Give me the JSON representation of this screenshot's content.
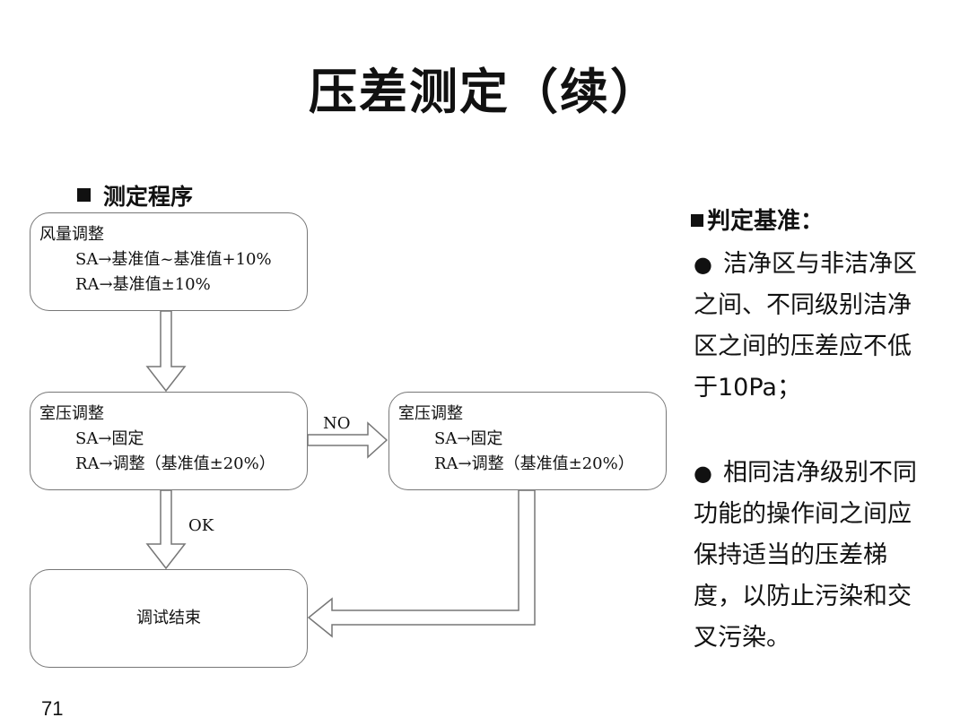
{
  "title": "压差测定（续）",
  "procedure": {
    "heading": "测定程序",
    "box1": {
      "title": "风量调整",
      "line1": "SA→基准值~基准值+10%",
      "line2": "RA→基准值±10%"
    },
    "box2": {
      "title": "室压调整",
      "line1": "SA→固定",
      "line2": "RA→调整（基准值±20%）"
    },
    "box3": {
      "title": "室压调整",
      "line1": "SA→固定",
      "line2": "RA→调整（基准值±20%）"
    },
    "box4": {
      "title": "调试结束"
    },
    "label_no": "NO",
    "label_ok": "OK"
  },
  "criteria": {
    "heading": "判定基准：",
    "items": [
      {
        "bullet": "●",
        "text": "洁净区与非洁净区之间、不同级别洁净区之间的压差应不低于10Pa；"
      },
      {
        "bullet": "●",
        "text": "相同洁净级别不同功能的操作间之间应保持适当的压差梯度，以防止污染和交叉污染。"
      }
    ]
  },
  "page_number": "71"
}
